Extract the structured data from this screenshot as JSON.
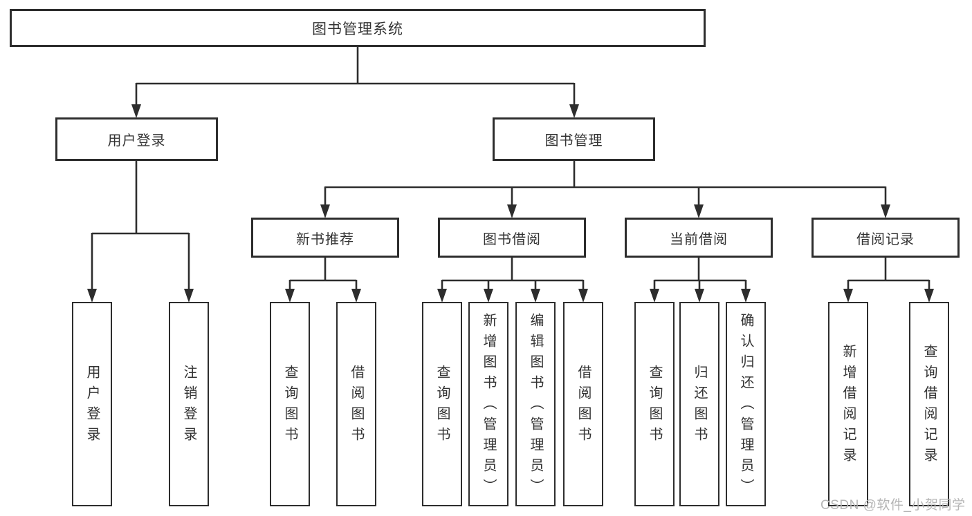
{
  "diagram": {
    "root": {
      "label": "图书管理系统"
    },
    "level2": [
      {
        "label": "用户登录"
      },
      {
        "label": "图书管理"
      }
    ],
    "level3": [
      {
        "label": "新书推荐"
      },
      {
        "label": "图书借阅"
      },
      {
        "label": "当前借阅"
      },
      {
        "label": "借阅记录"
      }
    ],
    "leaves": {
      "login": [
        {
          "label": "用户登录"
        },
        {
          "label": "注销登录"
        }
      ],
      "recommend": [
        {
          "label": "查询图书"
        },
        {
          "label": "借阅图书"
        }
      ],
      "borrow": [
        {
          "label": "查询图书"
        },
        {
          "label": "新增图书（管理员）"
        },
        {
          "label": "编辑图书（管理员）"
        },
        {
          "label": "借阅图书"
        }
      ],
      "current": [
        {
          "label": "查询图书"
        },
        {
          "label": "归还图书"
        },
        {
          "label": "确认归还（管理员）"
        }
      ],
      "records": [
        {
          "label": "新增借阅记录"
        },
        {
          "label": "查询借阅记录"
        }
      ]
    },
    "watermark": "CSDN @软件_小贺同学",
    "colors": {
      "line": "#2d2d2d",
      "text": "#333333",
      "watermark": "#b5b5b5",
      "background": "#ffffff"
    }
  }
}
